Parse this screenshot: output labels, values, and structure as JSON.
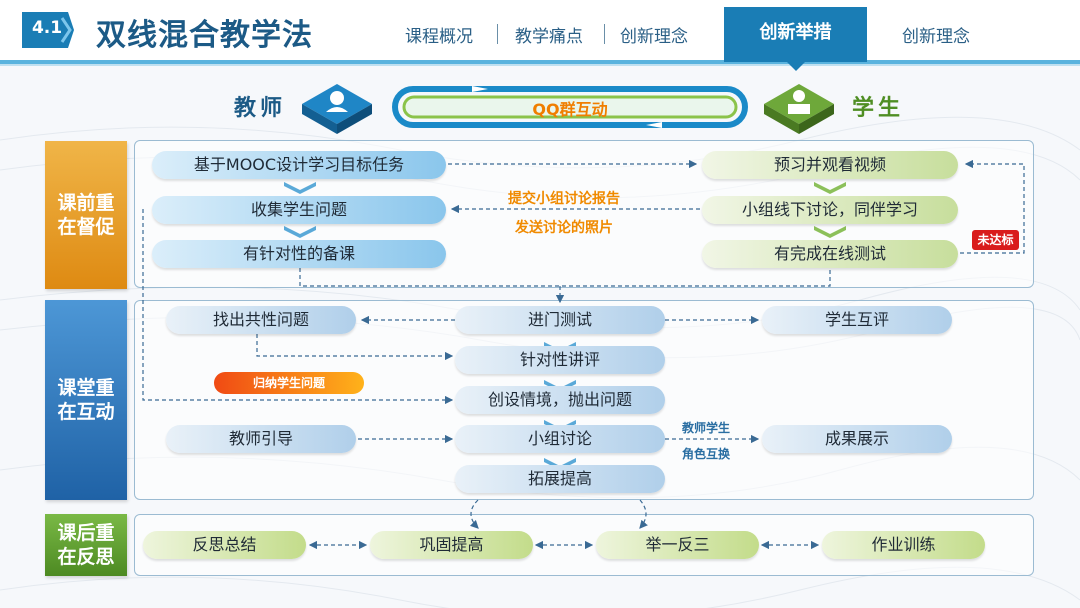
{
  "header": {
    "section_number": "4.1",
    "title": "双线混合教学法",
    "nav": [
      "课程概况",
      "教学痛点",
      "创新理念",
      "创新举措",
      "创新理念"
    ],
    "nav_active": "创新举措"
  },
  "roles": {
    "teacher": "教师",
    "interaction": "QQ群互动",
    "student": "学生"
  },
  "phases": {
    "before": "课前重在督促",
    "during": "课堂重在互动",
    "after": "课后重在反思"
  },
  "before": {
    "teacher": [
      "基于MOOC设计学习目标任务",
      "收集学生问题",
      "有针对性的备课"
    ],
    "student": [
      "预习并观看视频",
      "小组线下讨论，同伴学习",
      "有完成在线测试"
    ],
    "note_submit": "提交小组讨论报告",
    "note_photo": "发送讨论的照片",
    "fail_tag": "未达标"
  },
  "during": {
    "find_common": "找出共性问题",
    "entry_test": "进门测试",
    "peer_review": "学生互评",
    "targeted_lecture": "针对性讲评",
    "summarize_tag": "归纳学生问题",
    "create_scene": "创设情境，抛出问题",
    "teacher_guide": "教师引导",
    "group_discuss": "小组讨论",
    "role_swap_1": "教师学生",
    "role_swap_2": "角色互换",
    "show_results": "成果展示",
    "extend": "拓展提高"
  },
  "after": {
    "items": [
      "反思总结",
      "巩固提高",
      "举一反三",
      "作业训练"
    ]
  },
  "colors": {
    "accent": "#1a7db5",
    "phase_before": "#e89a24",
    "phase_during": "#2f78b8",
    "phase_after": "#5a9a2c",
    "note": "#f08a00",
    "alert": "#d91c1c"
  }
}
